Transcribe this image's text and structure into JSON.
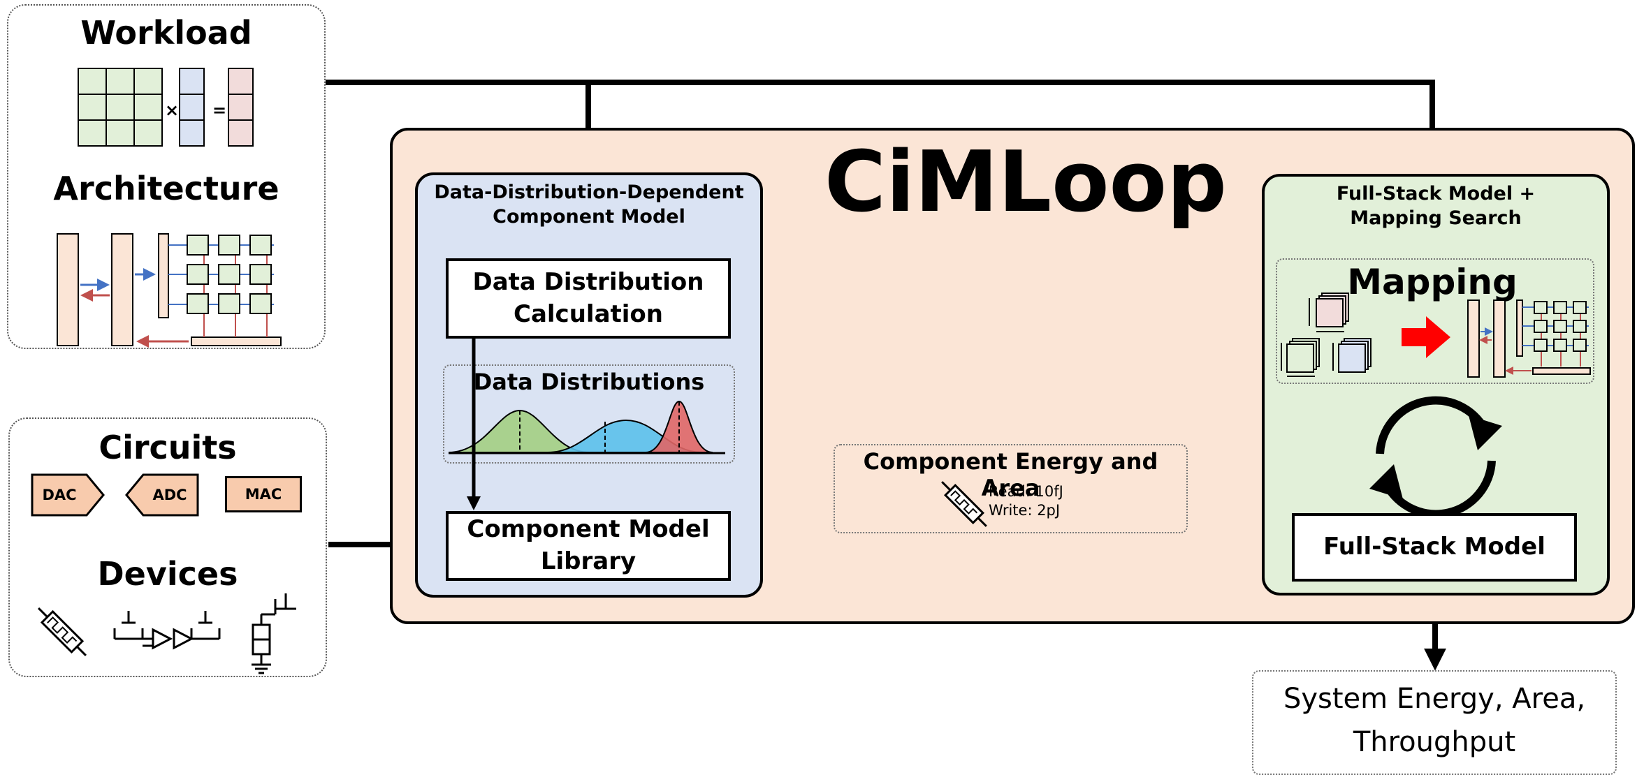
{
  "inputs": {
    "workload": {
      "title": "Workload",
      "times": "×",
      "equals": "="
    },
    "architecture": {
      "title": "Architecture"
    },
    "circuits": {
      "title": "Circuits",
      "components": [
        "DAC",
        "ADC",
        "MAC"
      ]
    },
    "devices": {
      "title": "Devices"
    }
  },
  "cimloop": {
    "title": "CiMLoop",
    "component_model": {
      "title": "Data-Distribution-Dependent Component Model",
      "calc_box": "Data Distribution Calculation",
      "distributions_title": "Data Distributions",
      "library_box": "Component Model Library"
    },
    "energy_area": {
      "title": "Component Energy and Area",
      "read": "Read: 10fJ",
      "write": "Write: 2pJ"
    },
    "full_stack": {
      "title": "Full-Stack Model + Mapping Search",
      "mapping_title": "Mapping",
      "model_box": "Full-Stack Model"
    }
  },
  "output": {
    "text": "System Energy, Area, Throughput"
  },
  "colors": {
    "cimloop_bg": "#fbe5d6",
    "component_model_bg": "#dae3f3",
    "full_stack_bg": "#e2f0d9",
    "matrix_green": "#e2f0d9",
    "matrix_blue": "#dae3f3",
    "matrix_pink": "#f2dcdb",
    "arch_bar": "#fbe5d6",
    "chip_fill": "#f8cbad",
    "arrow_blue": "#4472c4",
    "arrow_red": "#c0504d",
    "dist_green": "#a9d18e",
    "dist_blue": "#5bc0eb",
    "dist_red": "#e06666",
    "mapping_arrow": "#ff0000"
  }
}
